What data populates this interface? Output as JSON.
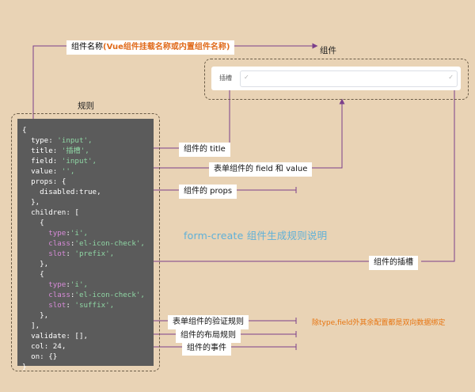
{
  "top_label": {
    "prefix": "组件名称",
    "emph": "(Vue组件挂载名称或内置组件名称)"
  },
  "component_title": "组件",
  "rules_title": "规则",
  "center_title": "form-create 组件生成规则说明",
  "preview": {
    "label": "插槽",
    "check": "✓"
  },
  "code_lines": [
    "{",
    "  type: 'input',",
    "  title: '插槽',",
    "  field: 'input',",
    "  value: '',",
    "  props: {",
    "    disabled:true,",
    "  },",
    "  children: [",
    "    {",
    "      type:'i',",
    "      class:'el-icon-check',",
    "      slot: 'prefix',",
    "    },",
    "    {",
    "      type:'i',",
    "      class:'el-icon-check',",
    "      slot: 'suffix',",
    "    },",
    "  ],",
    "  validate: [],",
    "  col: 24,",
    "  on: {}",
    "}"
  ],
  "annotations": {
    "title": "组件的 title",
    "field_value": "表单组件的 field 和 value",
    "props": "组件的 props",
    "slot": "组件的插槽",
    "validate": "表单组件的验证规则",
    "col": "组件的布局规则",
    "on": "组件的事件"
  },
  "note": "除type,field外其余配置都是双向数据绑定",
  "colors": {
    "background": "#e9d3b5",
    "code_bg": "#5b5b5b",
    "connector": "#7b3f8c",
    "note": "#e8740f",
    "title_blue": "#5fb0d8"
  }
}
